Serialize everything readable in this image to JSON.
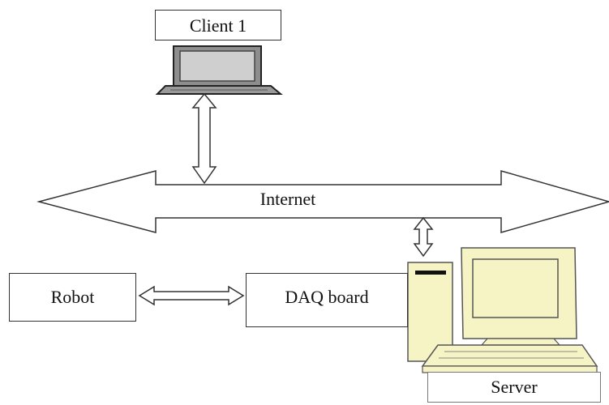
{
  "nodes": {
    "client": "Client 1",
    "internet": "Internet",
    "robot": "Robot",
    "daq": "DAQ board",
    "server": "Server"
  },
  "colors": {
    "stroke": "#333333",
    "laptop_body": "#9a9a9a",
    "laptop_screen": "#cfcfcf",
    "computer_beige": "#f6f3c5",
    "computer_outline": "#555555"
  },
  "icons": [
    "laptop-icon",
    "desktop-computer-icon"
  ]
}
